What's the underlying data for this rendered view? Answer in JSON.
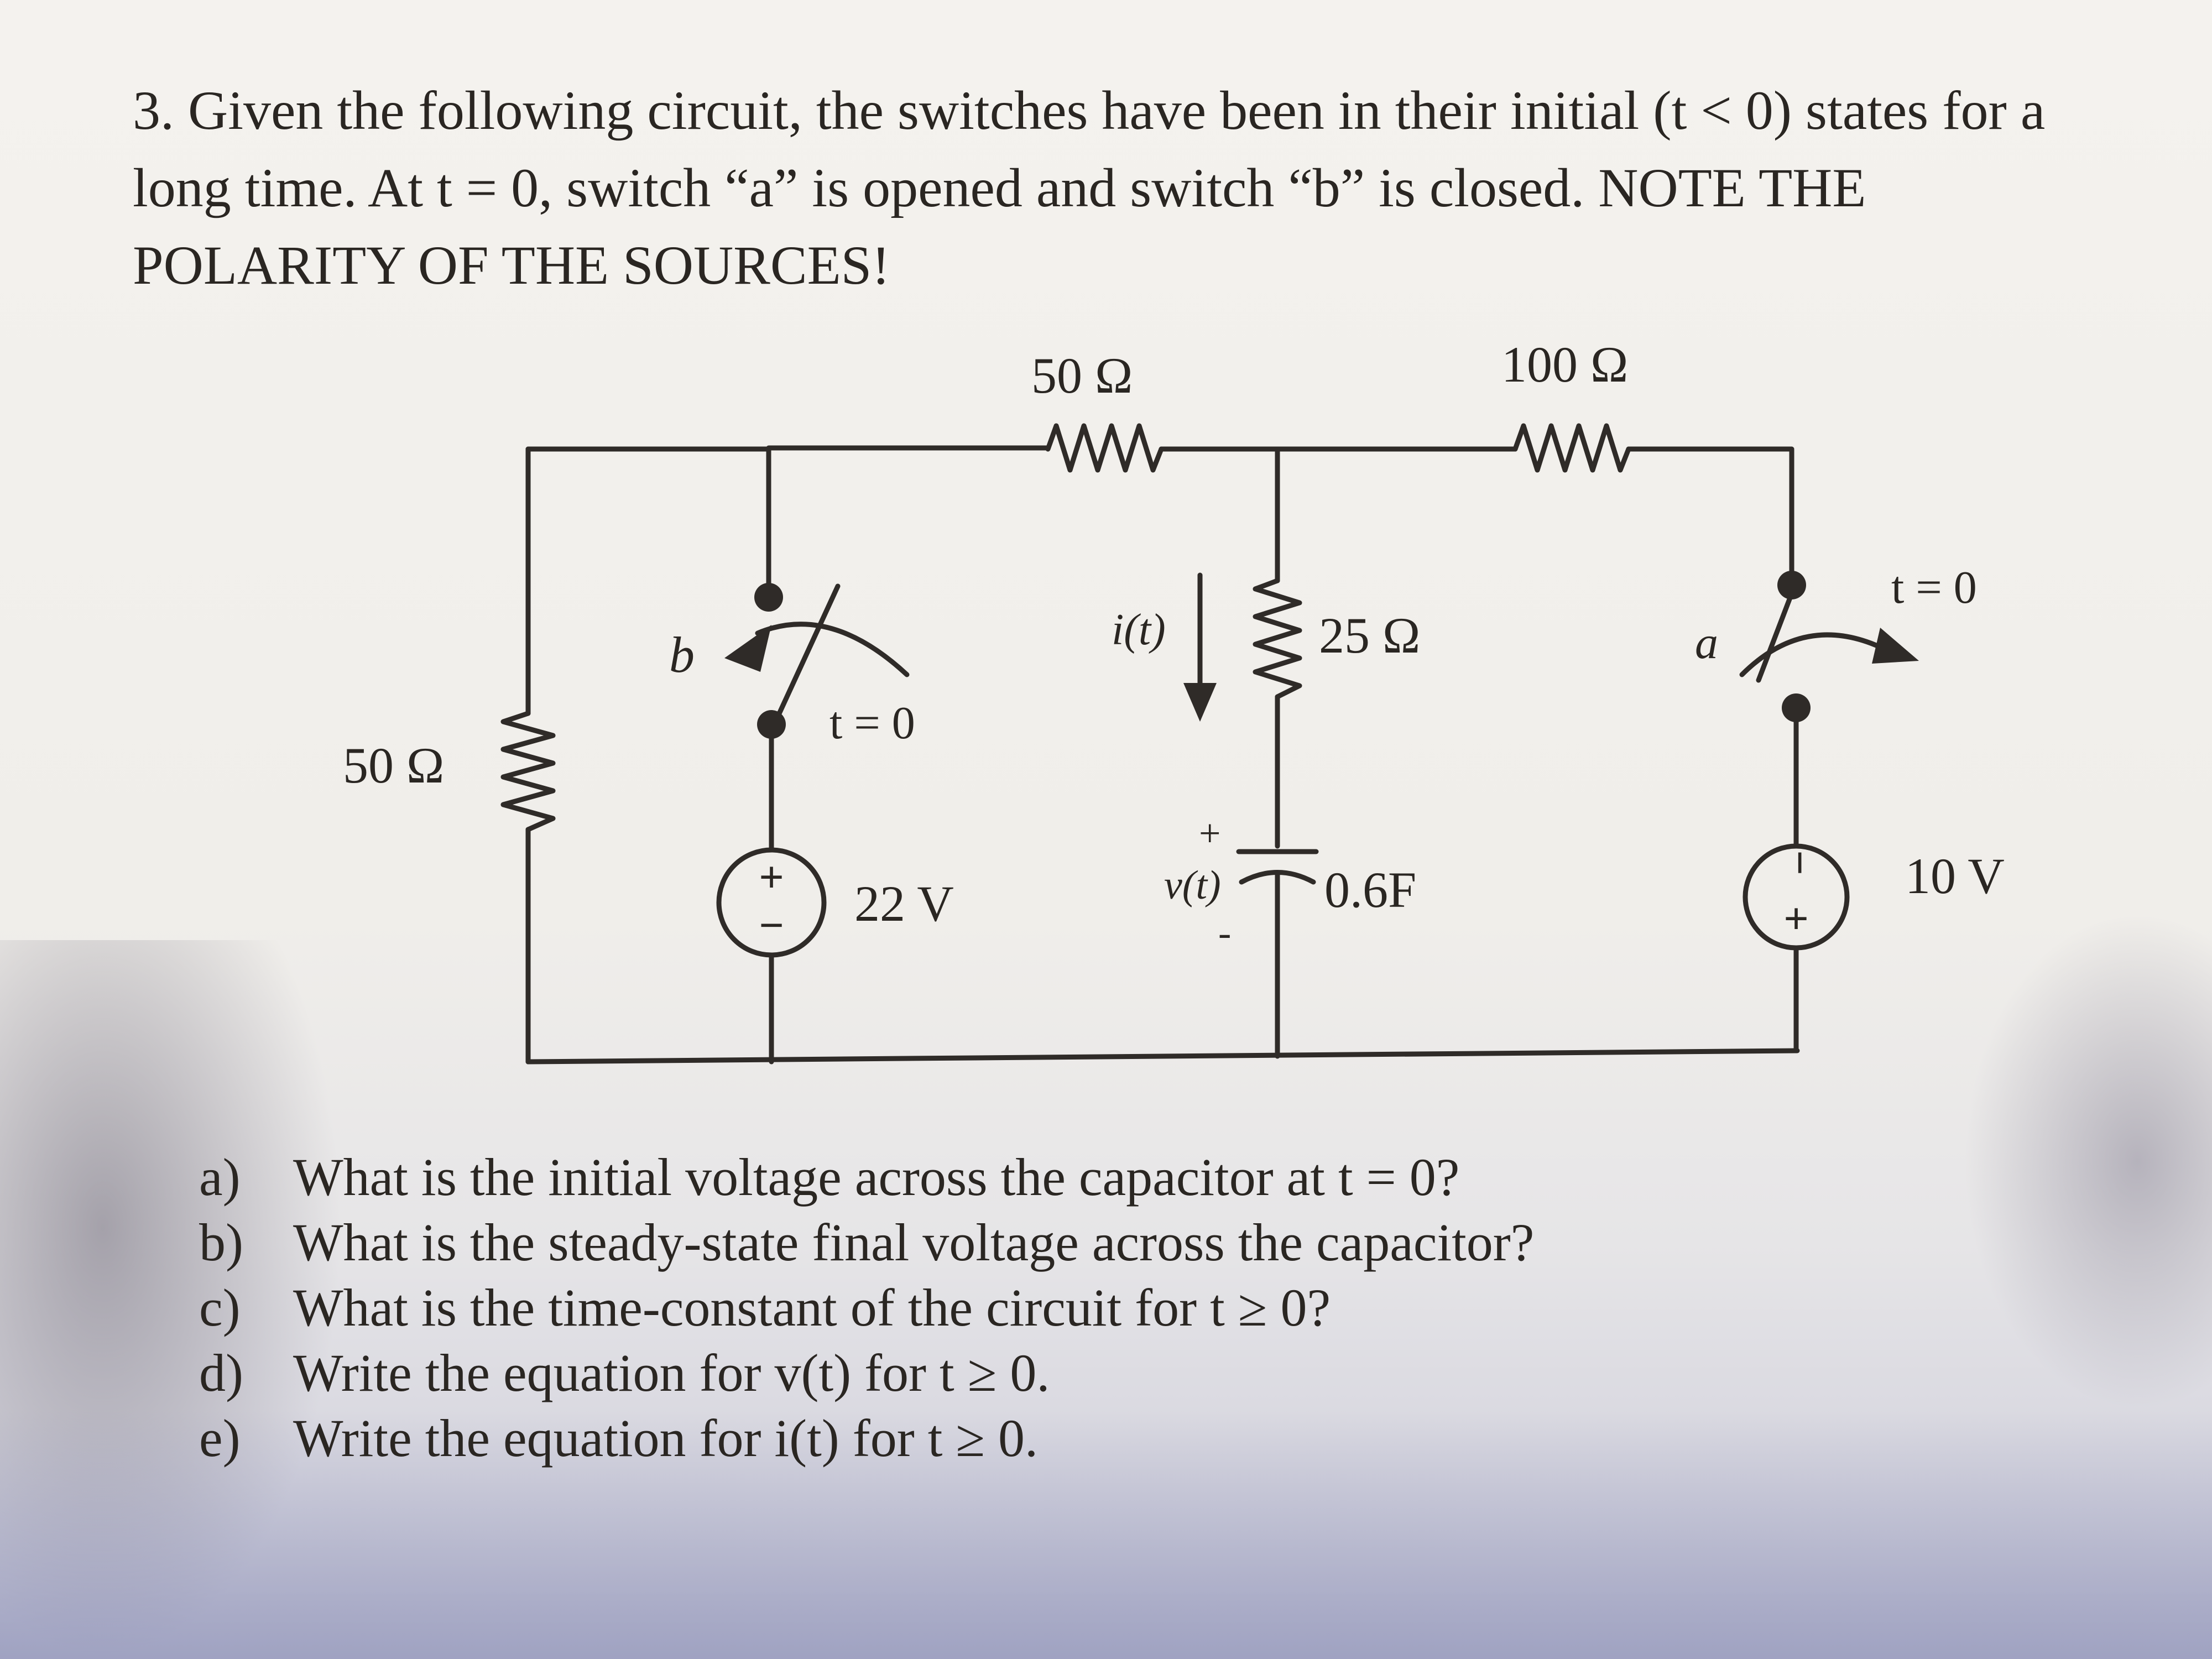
{
  "problem": {
    "number": "3.",
    "line1": "Given the following circuit, the switches have been in their initial (t < 0) states for a",
    "line2": "long time.  At t = 0, switch “a” is opened and switch “b” is closed.  NOTE THE",
    "line3": "POLARITY OF THE SOURCES!"
  },
  "circuit": {
    "r_top_left": "50 Ω",
    "r_top_right": "100 Ω",
    "r_left": "50 Ω",
    "r_middle": "25 Ω",
    "current_label": "i(t)",
    "switch_b_label": "b",
    "switch_b_time": "t = 0",
    "switch_a_label": "a",
    "switch_a_time": "t = 0",
    "source_left_value": "22 V",
    "source_right_value": "10 V",
    "capacitor_value": "0.6F",
    "cap_voltage_label": "v(t)",
    "cap_plus": "+",
    "cap_minus": "-",
    "src_plus": "+",
    "src_minus": "−"
  },
  "questions": [
    {
      "label": "a)",
      "text": "What is the initial voltage across the capacitor at t = 0?"
    },
    {
      "label": "b)",
      "text": "What is the steady-state final voltage across the capacitor?"
    },
    {
      "label": "c)",
      "text": "What is the time-constant of the circuit for t ≥ 0?"
    },
    {
      "label": "d)",
      "text": "Write the equation for v(t) for t ≥ 0."
    },
    {
      "label": "e)",
      "text": "Write the equation for i(t) for t ≥ 0."
    }
  ]
}
